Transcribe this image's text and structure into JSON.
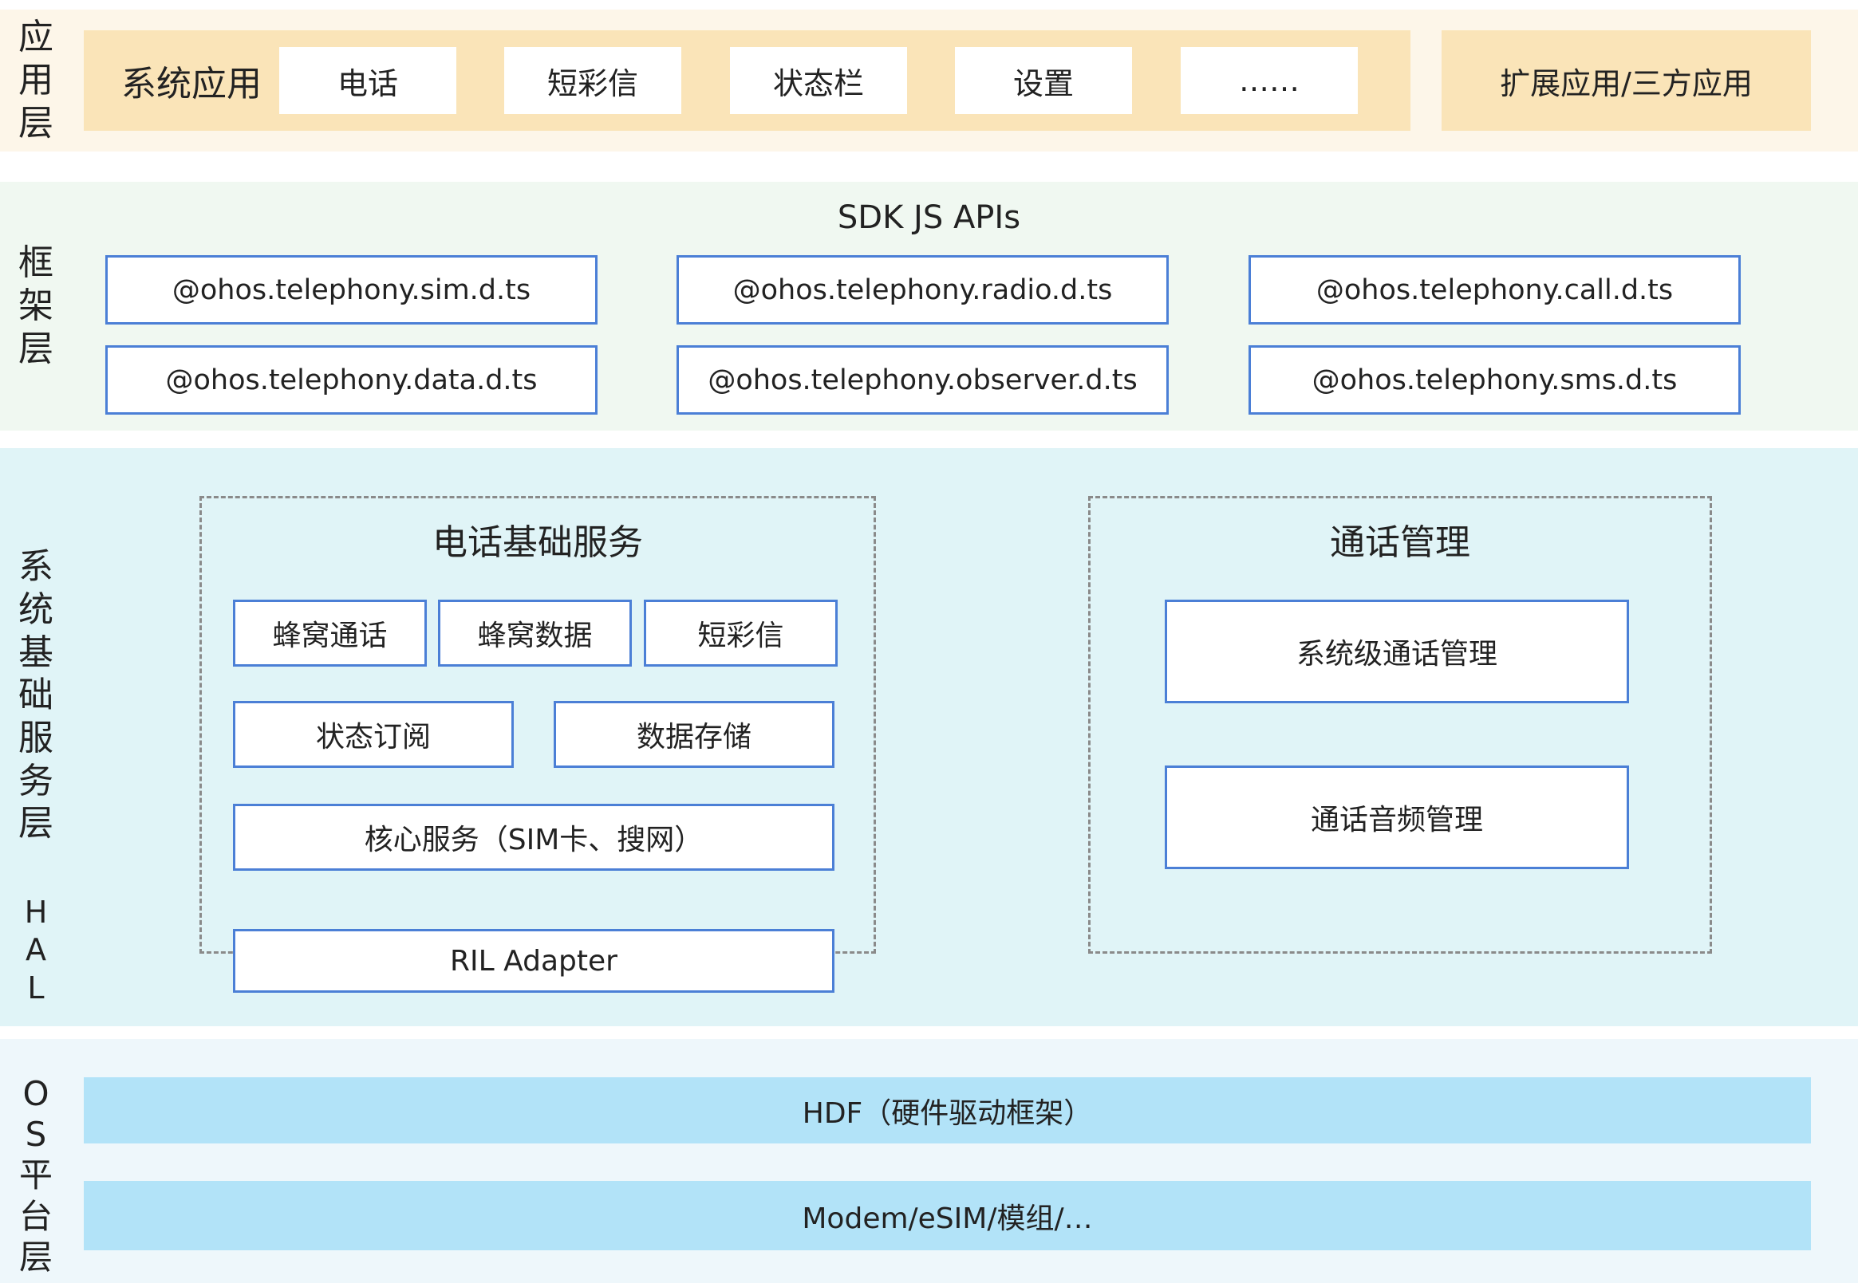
{
  "app_layer": {
    "label": [
      "应",
      "用",
      "层"
    ],
    "system_apps_label": "系统应用",
    "items": [
      "电话",
      "短彩信",
      "状态栏",
      "设置",
      "……"
    ],
    "extension_label": "扩展应用/三方应用"
  },
  "framework_layer": {
    "label": [
      "框",
      "架",
      "层"
    ],
    "title": "SDK JS APIs",
    "apis": [
      "@ohos.telephony.sim.d.ts",
      "@ohos.telephony.radio.d.ts",
      "@ohos.telephony.call.d.ts",
      "@ohos.telephony.data.d.ts",
      "@ohos.telephony.observer.d.ts",
      "@ohos.telephony.sms.d.ts"
    ]
  },
  "service_layer": {
    "label": [
      "系",
      "统",
      "基",
      "础",
      "服",
      "务",
      "层"
    ],
    "hal_label": [
      "H",
      "A",
      "L"
    ],
    "telephony_core": {
      "title": "电话基础服务",
      "items": [
        "蜂窝通话",
        "蜂窝数据",
        "短彩信",
        "状态订阅",
        "数据存储",
        "核心服务（SIM卡、搜网）"
      ]
    },
    "call_manager": {
      "title": "通话管理",
      "items": [
        "系统级通话管理",
        "通话音频管理"
      ]
    },
    "ril_adapter": "RIL Adapter"
  },
  "os_layer": {
    "label": [
      "O",
      "S",
      "平",
      "台",
      "层"
    ],
    "bars": [
      "HDF（硬件驱动框架）",
      "Modem/eSIM/模组/…"
    ]
  },
  "colors": {
    "app_bg": "#fdf6e9",
    "app_band": "#fae4b8",
    "framework_bg": "#f0f8f1",
    "service_bg": "#e0f4f7",
    "os_bg": "#eef7fb",
    "os_bar": "#b2e3f8",
    "box_border": "#4b7fd6",
    "dash_border": "#8a8a8a"
  }
}
